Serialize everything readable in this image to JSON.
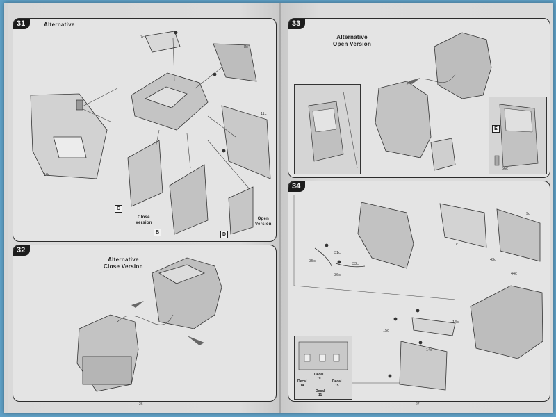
{
  "steps": {
    "s31": {
      "number": "31",
      "title": "Alternative",
      "labels": {
        "a": "7c",
        "b": "8c",
        "c": "11c",
        "d": "10c"
      },
      "close_version": "Close\nVersion",
      "open_version": "Open\nVersion",
      "boxes": {
        "c": "C",
        "b": "B",
        "d": "D"
      }
    },
    "s32": {
      "number": "32",
      "title": "Alternative\nClose Version"
    },
    "s33": {
      "number": "33",
      "title": "Alternative\nOpen Version",
      "box_e": "E",
      "label_66": "66c"
    },
    "s34": {
      "number": "34",
      "labels": {
        "l35": "35c",
        "l31": "31c",
        "l33": "33c",
        "l36": "36c",
        "l1": "1c",
        "l9": "9c",
        "l43": "43c",
        "l44": "44c",
        "l15": "15c",
        "l14a": "14c",
        "l14b": "14c"
      },
      "decals": {
        "d14": "Decal\n14",
        "d19": "Decal\n19",
        "d15": "Decal\n15",
        "d11": "Decal\n11"
      }
    }
  },
  "page_numbers": {
    "left": "26",
    "right": "27"
  }
}
